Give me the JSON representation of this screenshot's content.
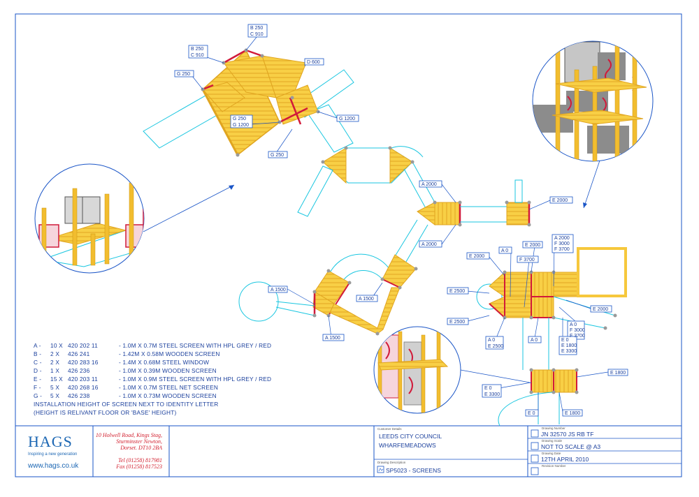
{
  "labels": {
    "t1": "B 250",
    "t2": "C 910",
    "t3": "B 250",
    "t4": "C 910",
    "t5": "G 250",
    "t6": "D 600",
    "t7": "G 250",
    "t8": "G 1200",
    "t9": "G 1200",
    "t10": "G 250",
    "m1": "A 2000",
    "m2": "A 2000",
    "m3": "E 2000",
    "b1": "A 1500",
    "b2": "A 1500",
    "b3": "A 1500",
    "r1": "E 2000",
    "r2": "A 0",
    "r3": "E 2000",
    "r4": "A 2000",
    "r5": "F 3000",
    "r6": "F 3700",
    "r7": "F 3700",
    "r8": "E 2500",
    "r9": "E 2000",
    "r10": "E 2500",
    "r11": "A 0",
    "r12": "F 3000",
    "r13": "F 3700",
    "r14": "A 0",
    "r15": "E 2500",
    "r16": "A 0",
    "r17": "E 0",
    "r18": "E 1800",
    "r19": "E 3300",
    "r20": "E 1800",
    "r21": "E 0",
    "r22": "E 3300",
    "r23": "E 0",
    "r24": "E 1800"
  },
  "legend": {
    "rows": [
      {
        "letter": "A -",
        "qty": "10 X",
        "code": "420 202 11",
        "desc": "- 1.0M X 0.7M STEEL SCREEN WITH HPL GREY / RED"
      },
      {
        "letter": "B -",
        "qty": "2 X",
        "code": "426 241",
        "desc": "- 1.42M X 0.58M WOODEN SCREEN"
      },
      {
        "letter": "C -",
        "qty": "2 X",
        "code": "420 283 16",
        "desc": "- 1.4M X 0.68M STEEL WINDOW"
      },
      {
        "letter": "D -",
        "qty": "1 X",
        "code": "426 236",
        "desc": "- 1.0M X 0.39M WOODEN SCREEN"
      },
      {
        "letter": "E -",
        "qty": "15 X",
        "code": "420 203 11",
        "desc": "- 1.0M X 0.9M STEEL SCREEN WITH HPL GREY / RED"
      },
      {
        "letter": "F -",
        "qty": "5 X",
        "code": "420 268 16",
        "desc": "- 1.0M X 0.7M STEEL NET SCREEN"
      },
      {
        "letter": "G -",
        "qty": "5 X",
        "code": "426 238",
        "desc": "- 1.0M X 0.73M WOODEN SCREEN"
      }
    ],
    "note1": "INSTALLATION HEIGHT OF SCREEN NEXT TO IDENTITY LETTER",
    "note2": "(HEIGHT IS RELIVANT FLOOR OR 'BASE' HEIGHT)"
  },
  "titleblock": {
    "logo": "HAGS",
    "tagline": "Inspiring a new generation",
    "website": "www.hags.co.uk",
    "address1": "10 Holwell Road, Kings Stag,",
    "address2": "Sturminster Newton,",
    "address3": "Dorset. DT10 2BA",
    "tel": "Tel (01258) 817981",
    "fax": "Fax (01258) 817523",
    "customer_caption": "Customer Details",
    "customer1": "LEEDS CITY COUNCIL",
    "customer2": "WHARFEMEADOWS",
    "desc_caption": "Drawing Description",
    "description": "SP5023 - SCREENS",
    "number_caption": "Drawing Number",
    "number": "JN 32570 JS RB TF",
    "scale_caption": "Drawing Scale",
    "scale": "NOT TO SCALE @ A3",
    "date_caption": "Drawing Date",
    "date": "12TH APRIL 2010",
    "revision_caption": "Revision Number"
  },
  "colors": {
    "frame": "#1a55c7",
    "cyan": "#19c6e0",
    "yellow": "#f6c83c",
    "post": "#e9b22a",
    "red": "#d11a3a",
    "grey": "#9a9a9a"
  }
}
